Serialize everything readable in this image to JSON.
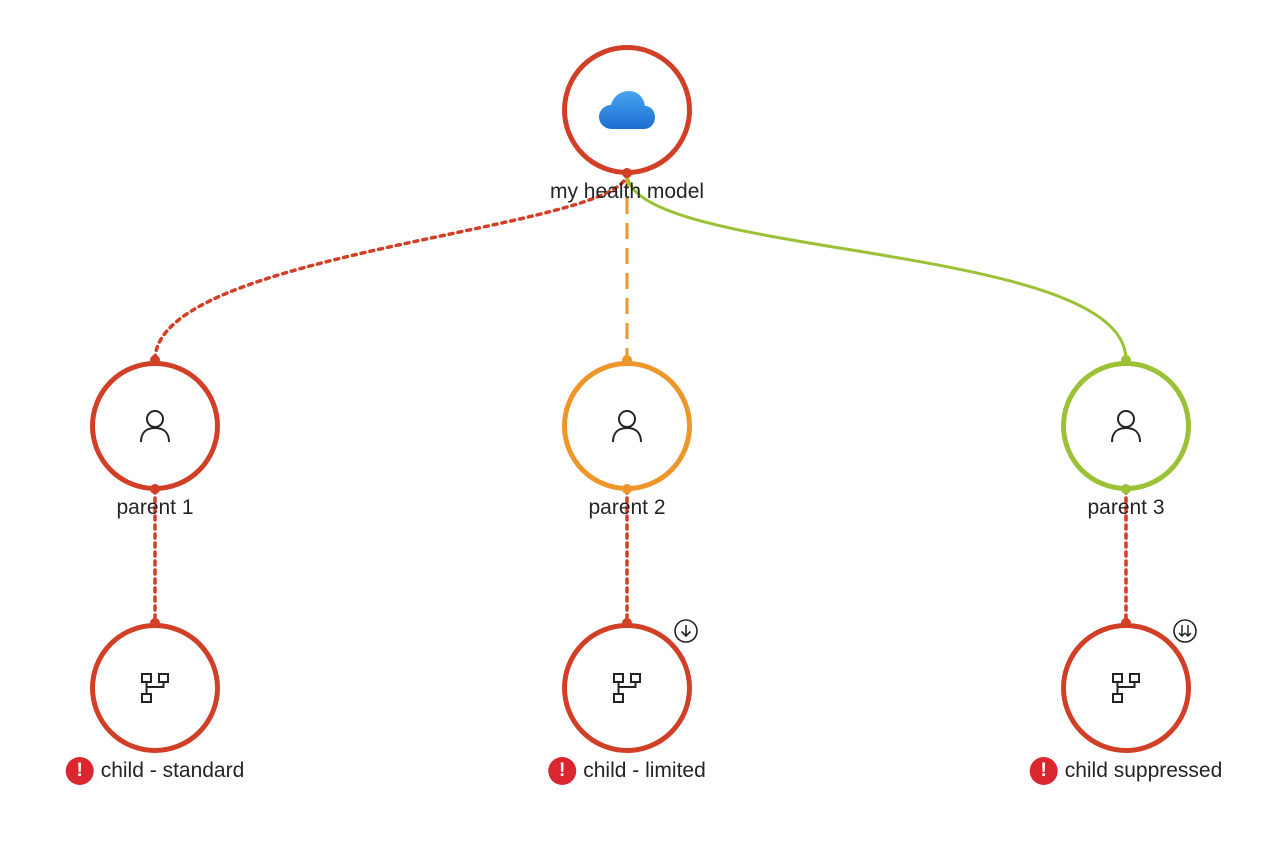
{
  "colors": {
    "critical": "#d13f26",
    "warning": "#ef962b",
    "healthy": "#9bc236",
    "alert_icon": "#d9262f",
    "cloud_icon": "#2a87d8",
    "text": "#242424"
  },
  "root": {
    "label": "my health model",
    "icon": "cloud-icon",
    "state": "critical"
  },
  "parents": [
    {
      "label": "parent 1",
      "icon": "person-icon",
      "state": "critical",
      "edge_style": "dotted",
      "edge_state": "critical"
    },
    {
      "label": "parent 2",
      "icon": "person-icon",
      "state": "warning",
      "edge_style": "dashed",
      "edge_state": "warning"
    },
    {
      "label": "parent 3",
      "icon": "person-icon",
      "state": "healthy",
      "edge_style": "solid",
      "edge_state": "healthy"
    }
  ],
  "children": [
    {
      "label": "child - standard",
      "icon": "hierarchy-icon",
      "state": "critical",
      "alert": "!",
      "badge": "",
      "edge_style": "dotted"
    },
    {
      "label": "child - limited",
      "icon": "hierarchy-icon",
      "state": "critical",
      "alert": "!",
      "badge": "arrow-down-icon",
      "edge_style": "dotted"
    },
    {
      "label": "child suppressed",
      "icon": "hierarchy-icon",
      "state": "critical",
      "alert": "!",
      "badge": "double-arrow-down-icon",
      "edge_style": "dotted"
    }
  ]
}
